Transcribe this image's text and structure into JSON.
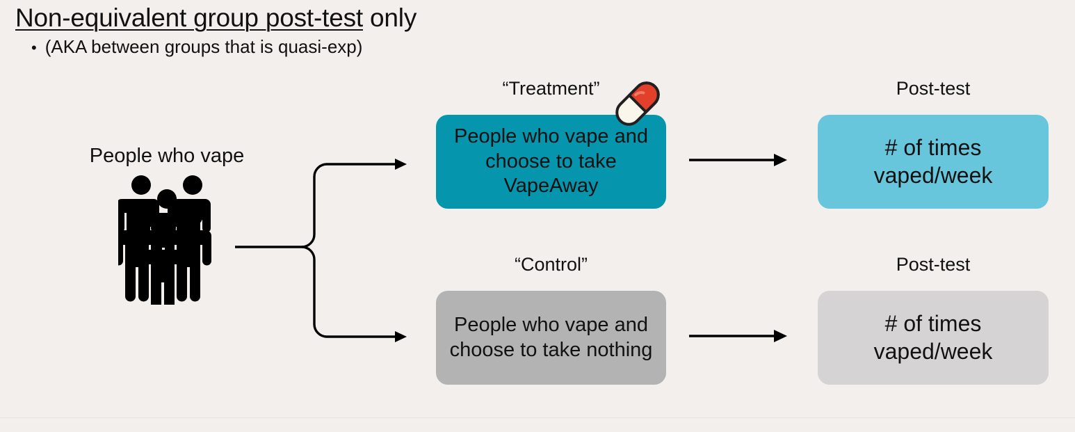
{
  "slide": {
    "background_color": "#f2efec",
    "title": {
      "underlined_part": "Non-equivalent group post-test",
      "tail_part": " only"
    },
    "bullet": {
      "marker": "•",
      "text": "(AKA between groups that is quasi-exp)"
    }
  },
  "population": {
    "label": "People who vape",
    "icon": "group-of-people-icon"
  },
  "groups": [
    {
      "caption": "“Treatment”",
      "box_text": "People who vape and choose to take VapeAway",
      "box_color": "#0595ad",
      "icon": "pill-capsule-icon",
      "outcome_caption": "Post-test",
      "outcome_text": "# of times vaped/week",
      "outcome_color": "#68c6dc"
    },
    {
      "caption": "“Control”",
      "box_text": "People who vape and choose to take nothing",
      "box_color": "#b3b3b3",
      "icon": null,
      "outcome_caption": "Post-test",
      "outcome_text": "# of times vaped/week",
      "outcome_color": "#d5d3d3"
    }
  ],
  "connectors": {
    "branch": "branch-arrow-icon",
    "arrow_top": "right-arrow-icon",
    "arrow_bottom": "right-arrow-icon",
    "stroke_color": "#000000"
  },
  "pill_colors": {
    "cap": "#e2402a",
    "body": "#fbf6ec",
    "outline": "#231f20"
  }
}
